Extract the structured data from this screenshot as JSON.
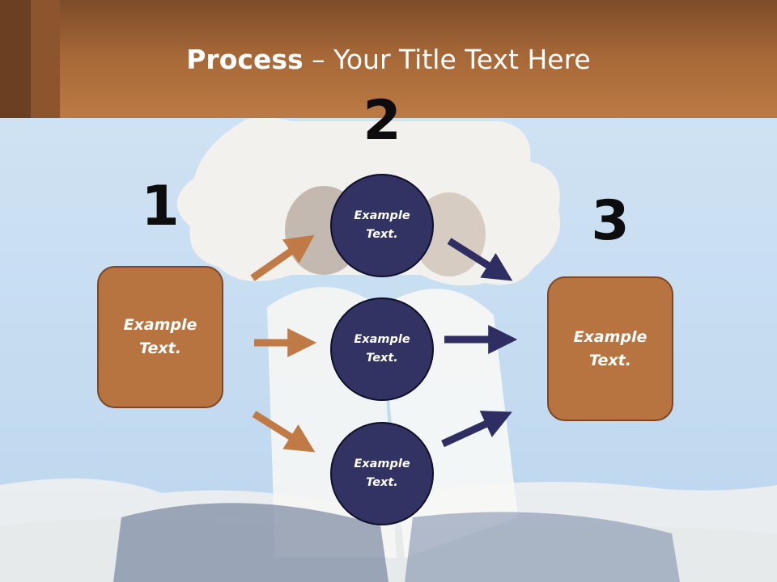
{
  "slide": {
    "title_bold": "Process",
    "title_rest": " – Your Title Text Here"
  },
  "steps": {
    "one": "1",
    "two": "2",
    "three": "3"
  },
  "nodes": {
    "left_box": "Example\nText.",
    "circle_top": "Example\nText.",
    "circle_middle": "Example\nText.",
    "circle_bottom": "Example\nText.",
    "right_box": "Example\nText."
  },
  "colors": {
    "header": "#b87a45",
    "box_fill": "#b87440",
    "circle_fill": "#323263",
    "arrow_orange": "#c07a45",
    "arrow_navy": "#2e2e62"
  }
}
